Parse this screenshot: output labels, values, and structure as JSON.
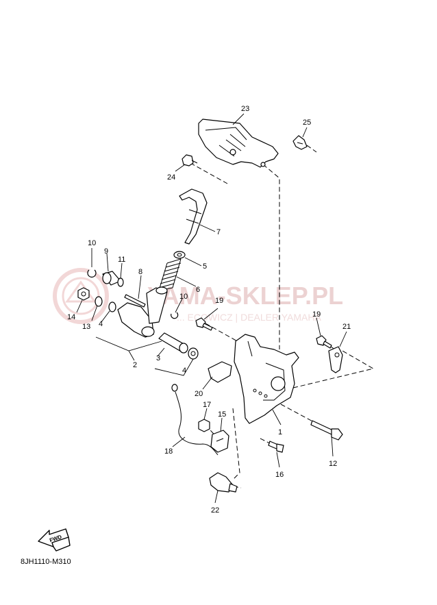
{
  "watermark": {
    "title": "YAMA-SKLEP.PL",
    "subtitle": "... ECOWICZ | DEALER YAMAHA"
  },
  "fwd_label": "FWD",
  "diagram_ref": "8JH1110-M310",
  "callouts": {
    "p1": "1",
    "p2": "2",
    "p3": "3",
    "p4a": "4",
    "p4b": "4",
    "p5": "5",
    "p6": "6",
    "p7": "7",
    "p8": "8",
    "p9": "9",
    "p10a": "10",
    "p10b": "10",
    "p11": "11",
    "p12": "12",
    "p13": "13",
    "p14": "14",
    "p15": "15",
    "p16": "16",
    "p17": "17",
    "p18": "18",
    "p19a": "19",
    "p19b": "19",
    "p20": "20",
    "p21": "21",
    "p22": "22",
    "p23": "23",
    "p24": "24",
    "p25": "25"
  },
  "colors": {
    "line": "#000000",
    "watermark": "#e8c4c4",
    "background": "#ffffff"
  }
}
